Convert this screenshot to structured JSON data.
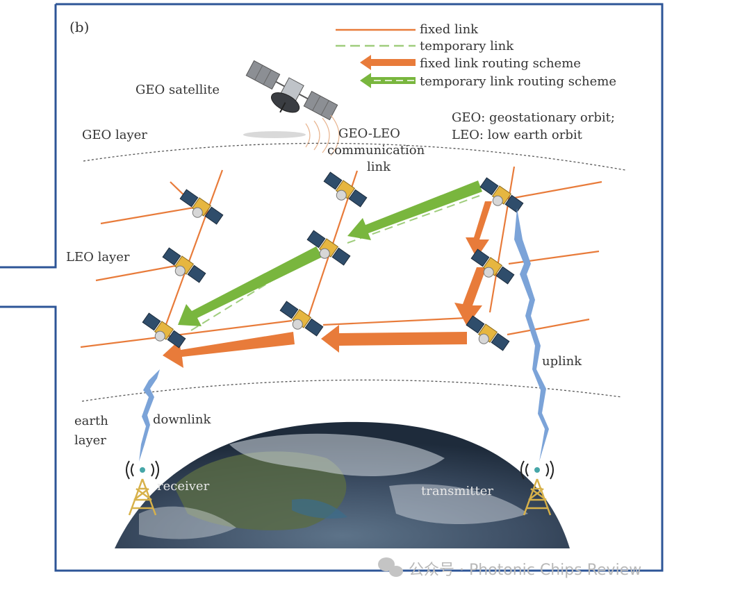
{
  "panel_label": "(b)",
  "legend": {
    "fixed_link": "fixed link",
    "temporary_link": "temporary link",
    "fixed_routing": "fixed link routing scheme",
    "temporary_routing": "temporary link routing scheme"
  },
  "notes": {
    "geo": "GEO: geostationary orbit;",
    "leo": "LEO: low earth orbit"
  },
  "labels": {
    "geo_satellite": "GEO satellite",
    "geo_layer": "GEO layer",
    "geo_leo_line1": "GEO-LEO",
    "geo_leo_line2": "communication",
    "geo_leo_line3": "link",
    "leo_layer": "LEO layer",
    "earth_line1": "earth",
    "earth_line2": "layer",
    "downlink": "downlink",
    "uplink": "uplink",
    "receiver": "receiver",
    "transmitter": "transmitter"
  },
  "watermark": "公众号 · Photonic Chips Review",
  "colors": {
    "frame": "#2d5597",
    "fixed": "#e87b3a",
    "temporary": "#79b63e",
    "beam": "#7ba3d8",
    "earth_dark": "#2b3a50"
  }
}
